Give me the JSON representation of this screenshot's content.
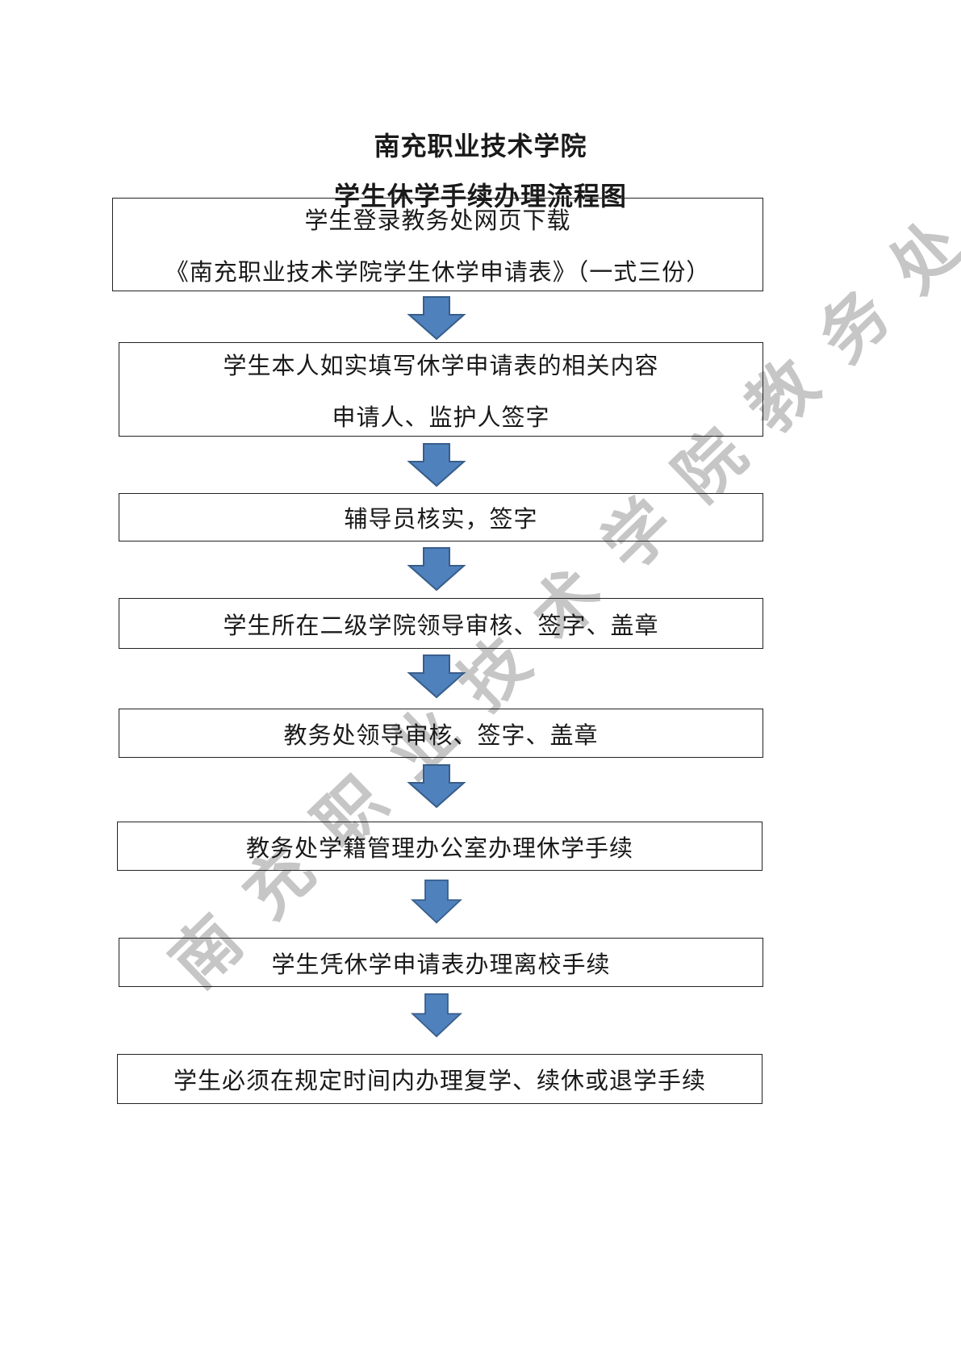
{
  "title": {
    "line1": "南充职业技术学院",
    "line2": "学生休学手续办理流程图"
  },
  "steps": [
    {
      "lines": [
        "学生登录教务处网页下载",
        "《南充职业技术学院学生休学申请表》（一式三份）"
      ]
    },
    {
      "lines": [
        "学生本人如实填写休学申请表的相关内容",
        "申请人、监护人签字"
      ]
    },
    {
      "lines": [
        "辅导员核实，签字"
      ]
    },
    {
      "lines": [
        "学生所在二级学院领导审核、签字、盖章"
      ]
    },
    {
      "lines": [
        "教务处领导审核、签字、盖章"
      ]
    },
    {
      "lines": [
        "教务处学籍管理办公室办理休学手续"
      ]
    },
    {
      "lines": [
        "学生凭休学申请表办理离校手续"
      ]
    },
    {
      "lines": [
        "学生必须在规定时间内办理复学、续休或退学手续"
      ]
    }
  ],
  "watermark": {
    "text": "南充职业技术学院教务处"
  },
  "colors": {
    "arrow_fill": "#4F81BD",
    "arrow_stroke": "#385D8A",
    "border": "#222222"
  }
}
